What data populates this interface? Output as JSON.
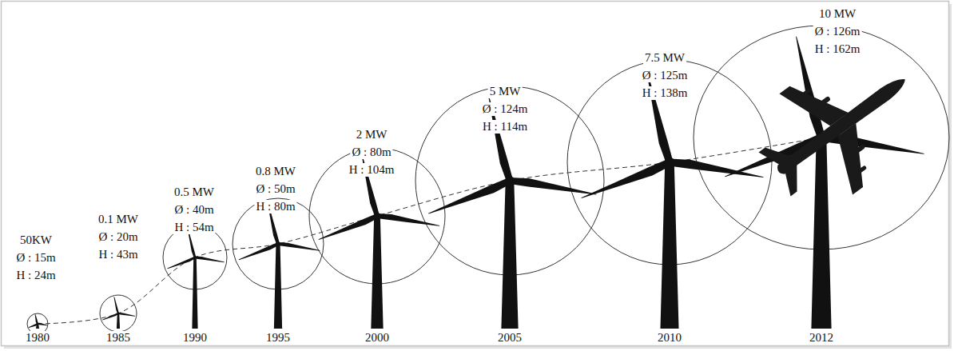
{
  "diagram": {
    "labels": [
      "50KW",
      "Ø : 15m",
      "H : 24m",
      "1980",
      "0.1 MW",
      "Ø : 20m",
      "H : 43m",
      "1985",
      "0.5 MW",
      "Ø : 40m",
      "H : 54m",
      "1990",
      "0.8 MW",
      "Ø : 50m",
      "H : 80m",
      "1995",
      "2 MW",
      "Ø : 80m",
      "H : 104m",
      "2000",
      "5 MW",
      "Ø : 124m",
      "H : 114m",
      "2005",
      "7.5 MW",
      "Ø : 125m",
      "H : 138m",
      "2010",
      "10 MW",
      "Ø : 126m",
      "H : 162m",
      "2012"
    ]
  }
}
